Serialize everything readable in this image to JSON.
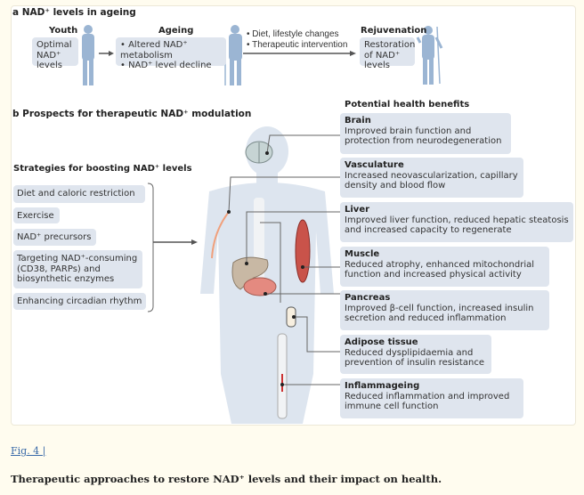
{
  "panel_a": {
    "title": "a  NAD⁺ levels in ageing",
    "youth": {
      "title": "Youth",
      "text": "Optimal NAD⁺ levels"
    },
    "ageing": {
      "title": "Ageing",
      "bullets": [
        "• Altered NAD⁺ metabolism",
        "• NAD⁺ level decline"
      ]
    },
    "interventions": [
      "• Diet, lifestyle changes",
      "• Therapeutic intervention"
    ],
    "rejuvenation": {
      "title": "Rejuvenation",
      "text": "Restoration of NAD⁺ levels"
    }
  },
  "panel_b": {
    "title": "b  Prospects for therapeutic NAD⁺ modulation",
    "strategies_title": "Strategies for boosting NAD⁺ levels",
    "strategies": [
      "Diet and caloric restriction",
      "Exercise",
      "NAD⁺ precursors",
      "Targeting NAD⁺-consuming (CD38, PARPs) and biosynthetic enzymes",
      "Enhancing circadian rhythm"
    ],
    "benefits_title": "Potential health benefits",
    "benefits": [
      {
        "title": "Brain",
        "text": "Improved brain function and protection from neurodegeneration"
      },
      {
        "title": "Vasculature",
        "text": "Increased neovascularization, capillary density and blood flow"
      },
      {
        "title": "Liver",
        "text": "Improved liver function, reduced hepatic steatosis and increased capacity to regenerate"
      },
      {
        "title": "Muscle",
        "text": "Reduced atrophy, enhanced mitochondrial function and increased physical activity"
      },
      {
        "title": "Pancreas",
        "text": "Improved β-cell function, increased insulin secretion and reduced inflammation"
      },
      {
        "title": "Adipose tissue",
        "text": "Reduced dysplipidaemia and prevention of insulin resistance"
      },
      {
        "title": "Inflammageing",
        "text": "Reduced inflammation and improved immune cell function"
      }
    ]
  },
  "caption": {
    "fig_link": "Fig. 4 |",
    "text": "Therapeutic approaches to restore NAD⁺ levels and their impact on health."
  },
  "colors": {
    "box": "#dfe5ee",
    "silhouette": "#9bb5d3",
    "body": "#dde5ef",
    "page": "#fffcef",
    "link": "#3a6aa8"
  }
}
